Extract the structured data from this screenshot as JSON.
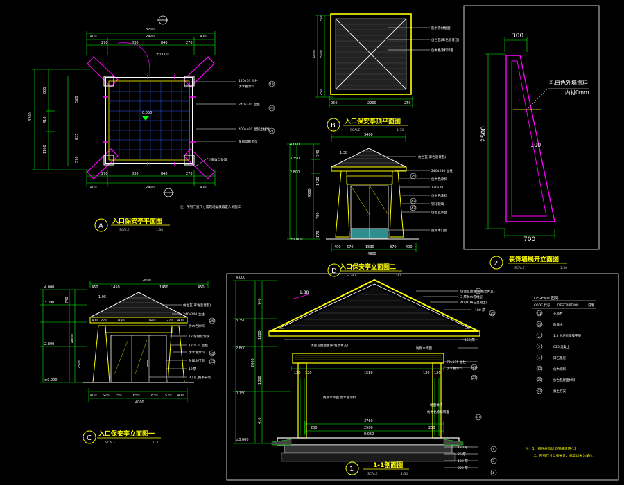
{
  "colors": {
    "background": "#000000",
    "line_green": "#00ff00",
    "line_yellow": "#ffff00",
    "line_magenta": "#ff00ff",
    "line_white": "#ffffff",
    "glass_teal": "#2f8f8f"
  },
  "panel_a": {
    "marker": "A",
    "title": "入口保安亭平面图",
    "scale_label": "SCALE",
    "scale": "1:30",
    "dims_top": {
      "total": "3200",
      "seg1": "400",
      "seg2": "2400",
      "seg3": "400",
      "sub1": "270",
      "sub2": "830",
      "sub3": "840",
      "sub4": "270"
    },
    "dims_bottom": {
      "seg1": "400",
      "seg2": "2400",
      "seg3": "400",
      "sub1": "270",
      "sub2": "830",
      "sub3": "840",
      "sub4": "270"
    },
    "dims_left": {
      "total": "3200",
      "seg1": "855",
      "seg2": "410",
      "seg3": "1100",
      "sub1": "520",
      "sub2": "835",
      "sub3": "570"
    },
    "level_top": "±0.000",
    "level_center": "0.050",
    "section_mark": "1",
    "callouts": [
      "120x70 立柱",
      "仿木色涂料",
      "240x240 立柱",
      "400x400 混凝土柱墩",
      "角部弧形造型",
      "立面收口处理"
    ],
    "callout_nums": [
      "13",
      "25",
      "21"
    ],
    "note": "注：所有门窗尺寸需现场复核再定人员施工"
  },
  "panel_b": {
    "marker": "B",
    "title": "入口保安亭顶平面图",
    "scale_label": "SCALE",
    "scale": "1:30",
    "dims_bottom": {
      "seg1": "250",
      "seg2": "2900",
      "seg3": "250"
    },
    "dims_left": {
      "total": "3400",
      "seg1": "250",
      "seg2": "2900",
      "seg3": "250"
    },
    "callouts": [
      "防水卷材屋面",
      "仿古瓦(彩色沥青瓦)",
      "仿木色涂料饰面"
    ]
  },
  "panel_2": {
    "marker": "2",
    "title": "装饰墙展开立面图",
    "scale_label": "SCALE",
    "scale": "1:30",
    "dim_top": "300",
    "dim_bottom": "700",
    "dim_left": "2500",
    "dim_inner": "100",
    "label_material": "乳白色外墙涂料",
    "label_note": "内衬0mm"
  },
  "panel_d": {
    "marker": "D",
    "title": "入口保安亭立面图二",
    "scale_label": "SCALE",
    "scale": "1:30",
    "levels": [
      "4.000",
      "3.390",
      "2.800",
      "±0.000"
    ],
    "slope": "1:38",
    "dims_top": {
      "total": "3400"
    },
    "dims_bottom": {
      "total": "4800",
      "s1": "400",
      "s2": "670",
      "s3": "1530",
      "s4": "870",
      "s5": "400"
    },
    "dims_left": [
      "740",
      "1420",
      "4000",
      "789",
      "170"
    ],
    "callouts": [
      "仿古瓦(彩色沥青瓦)",
      "240x240 立柱",
      "仿木色涂料",
      "120x70",
      "仿木色涂料",
      "钢化玻璃",
      "仿古瓦饰面",
      "防腐木门窗"
    ],
    "callout_nums": [
      "25",
      "42",
      "43"
    ]
  },
  "panel_c": {
    "marker": "C",
    "title": "入口保安亭立面图一",
    "scale_label": "SCALE",
    "scale": "1:30",
    "levels": [
      "4.000",
      "3.390",
      "2.800",
      "±0.000"
    ],
    "slope": "1.95",
    "dims_top": {
      "total": "2600",
      "s1": "450",
      "s2": "1450",
      "s3": "1450",
      "s4": "450"
    },
    "dims_top2": [
      "400",
      "270",
      "830",
      "840",
      "270",
      "400"
    ],
    "dims_bottom": {
      "total": "4000",
      "s": [
        "400",
        "570",
        "750",
        "650",
        "830",
        "570",
        "400"
      ]
    },
    "dims_left": [
      "740",
      "4000",
      "2510"
    ],
    "callouts": [
      "仿古瓦(彩色沥青瓦)",
      "240x240 立柱",
      "仿木色涂料",
      "12 厚钢化玻璃",
      "120x70 立柱",
      "仿木色涂料",
      "防腐木门窗",
      "12厚",
      "入口门把手安装"
    ],
    "callout_nums": [
      "25",
      "42",
      "43"
    ]
  },
  "panel_1": {
    "marker": "1",
    "title": "1-1剖面图",
    "scale_label": "SCALE",
    "scale": "1:30",
    "levels": [
      "4.000",
      "3.390",
      "2.800",
      "0.750",
      "±0.000"
    ],
    "slope": "1.88",
    "dims_left": [
      "740",
      "1220",
      "2000",
      "1000",
      "410"
    ],
    "dims_beam": [
      "120",
      "120",
      "1580",
      "120",
      "120"
    ],
    "dims_floor": [
      "3760",
      "250",
      "2580",
      "250"
    ],
    "level_floor": "0.050",
    "callouts": [
      "仿古瓦屋面(彩色沥青瓦)",
      "3 厚防水卷材层",
      "40 厚(细石混凝土)",
      "100 厚",
      "150 厚",
      "防腐木饰面",
      "70x135 立柱",
      "仿木色涂料",
      "120 厚",
      "25 厚",
      "100 厚",
      "200 厚"
    ],
    "callout_nums": [
      "25",
      "13",
      "43",
      "27",
      "97",
      "1",
      "3",
      "4"
    ],
    "label_note": "仿木色涂料饰面",
    "label_top": "仿古瓦屋面板(彩色沥青瓦)",
    "label_floor_finish": "地面做法",
    "label_wall": "防腐木饰面 仿木色涂料"
  },
  "legend": {
    "heading": "LEGEND 图例",
    "col_code": "CODE 代号",
    "col_desc": "DESCRIPTION",
    "col_note": "说明",
    "items": [
      {
        "code": "01",
        "desc": "花岗岩"
      },
      {
        "code": "03",
        "desc": "防腐木"
      },
      {
        "code": "1",
        "desc": "1:3 水泥砂浆找平层"
      },
      {
        "code": "3",
        "desc": "C25 混凝土"
      },
      {
        "code": "4",
        "desc": "碎石垫层"
      },
      {
        "code": "13",
        "desc": "仿木涂料"
      },
      {
        "code": "25",
        "desc": "仿古瓦屋面材料"
      },
      {
        "code": "97",
        "desc": "素土夯实"
      }
    ]
  },
  "notes": [
    "注：1、构件材料详见图纸说明-13",
    "2、所有尺寸以毫米计，标高以米为单位。"
  ]
}
